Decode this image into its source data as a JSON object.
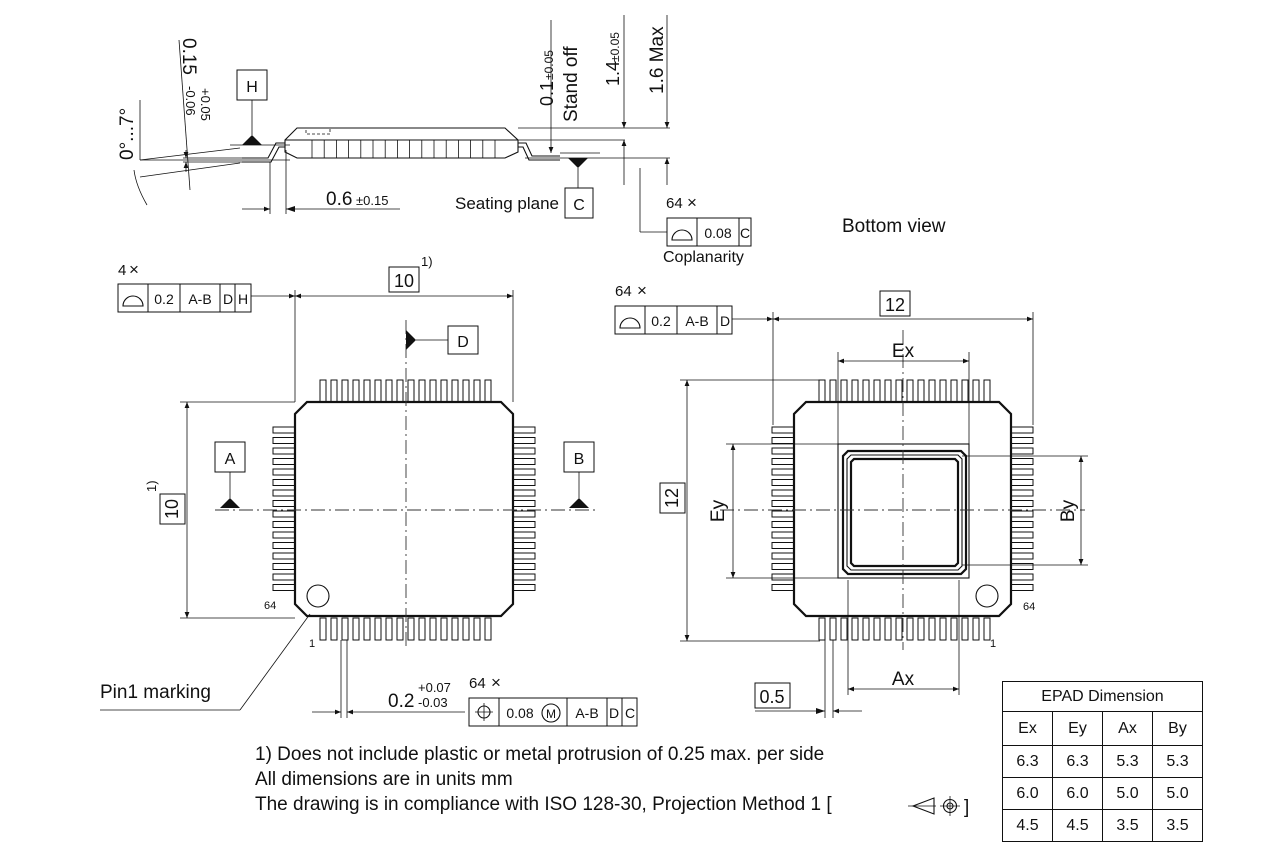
{
  "side_view": {
    "angle": "0°...7°",
    "lead_thickness": {
      "value": "0.15",
      "tol_plus": "+0.05",
      "tol_minus": "-0.06"
    },
    "datum_h": "H",
    "standoff": {
      "value": "0.1",
      "tol": "±0.05",
      "label": "Stand off"
    },
    "body_height": {
      "value": "1.4",
      "tol": "±0.05"
    },
    "max_height": "1.6 Max",
    "lead_length": {
      "value": "0.6",
      "tol": "±0.15"
    },
    "seating_plane": "Seating plane",
    "datum_c": "C",
    "coplanarity": {
      "count": "64",
      "times": "×",
      "value": "0.08",
      "datum": "C",
      "label": "Coplanarity"
    }
  },
  "bottom_view_label": "Bottom view",
  "top_view": {
    "profile_fcf": {
      "count": "4",
      "times": "×",
      "value": "0.2",
      "datums": [
        "A-B",
        "D",
        "H"
      ]
    },
    "width": {
      "value": "10",
      "note": "1)"
    },
    "height": {
      "value": "10",
      "note": "1)"
    },
    "datum_d": "D",
    "datum_a": "A",
    "datum_b": "B",
    "pin64": "64",
    "pin1": "1",
    "pin1_marking": "Pin1 marking",
    "lead_width": {
      "value": "0.2",
      "tol_plus": "+0.07",
      "tol_minus": "-0.03"
    },
    "position_fcf": {
      "count": "64",
      "times": "×",
      "value": "0.08",
      "modifier": "M",
      "datums": [
        "A-B",
        "D",
        "C"
      ]
    }
  },
  "bottom_view": {
    "profile_fcf": {
      "count": "64",
      "times": "×",
      "value": "0.2",
      "datums": [
        "A-B",
        "D"
      ]
    },
    "width": "12",
    "height": "12",
    "ex": "Ex",
    "ey": "Ey",
    "ax": "Ax",
    "by": "By",
    "pitch": "0.5",
    "pin64": "64",
    "pin1": "1"
  },
  "notes": [
    "1) Does not include plastic or metal protrusion of 0.25 max. per side",
    "All dimensions are in units mm",
    "The drawing is in compliance with ISO 128-30, Projection Method 1 ["
  ],
  "notes_end": "]",
  "epad_table": {
    "title": "EPAD Dimension",
    "columns": [
      "Ex",
      "Ey",
      "Ax",
      "By"
    ],
    "rows": [
      [
        "6.3",
        "6.3",
        "5.3",
        "5.3"
      ],
      [
        "6.0",
        "6.0",
        "5.0",
        "5.0"
      ],
      [
        "4.5",
        "4.5",
        "3.5",
        "3.5"
      ]
    ]
  }
}
